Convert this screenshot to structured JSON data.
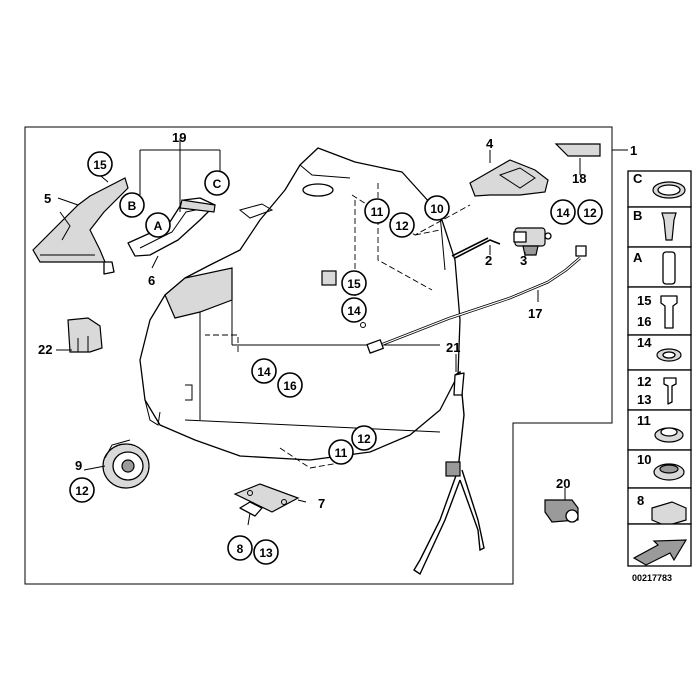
{
  "labels": {
    "p1": "1",
    "p2": "2",
    "p3": "3",
    "p4": "4",
    "p5": "5",
    "p6": "6",
    "p7": "7",
    "p8": "8",
    "p9": "9",
    "p13": "13",
    "p17": "17",
    "p18": "18",
    "p19": "19",
    "p20": "20",
    "p21": "21",
    "p22": "22"
  },
  "callouts": {
    "c15_top": "15",
    "cB": "B",
    "cA": "A",
    "cC": "C",
    "c11_a": "11",
    "c12_a": "12",
    "c10": "10",
    "c14_a": "14",
    "c12_b": "12",
    "c15_mid": "15",
    "c14_mid": "14",
    "c14_low": "14",
    "c16": "16",
    "c11_b": "11",
    "c12_c": "12",
    "c12_d": "12",
    "c8": "8",
    "c13": "13"
  },
  "legend": [
    "C",
    "B",
    "A",
    "15",
    "16",
    "14",
    "12",
    "13",
    "11",
    "10",
    "8"
  ],
  "doc_number": "00217783"
}
